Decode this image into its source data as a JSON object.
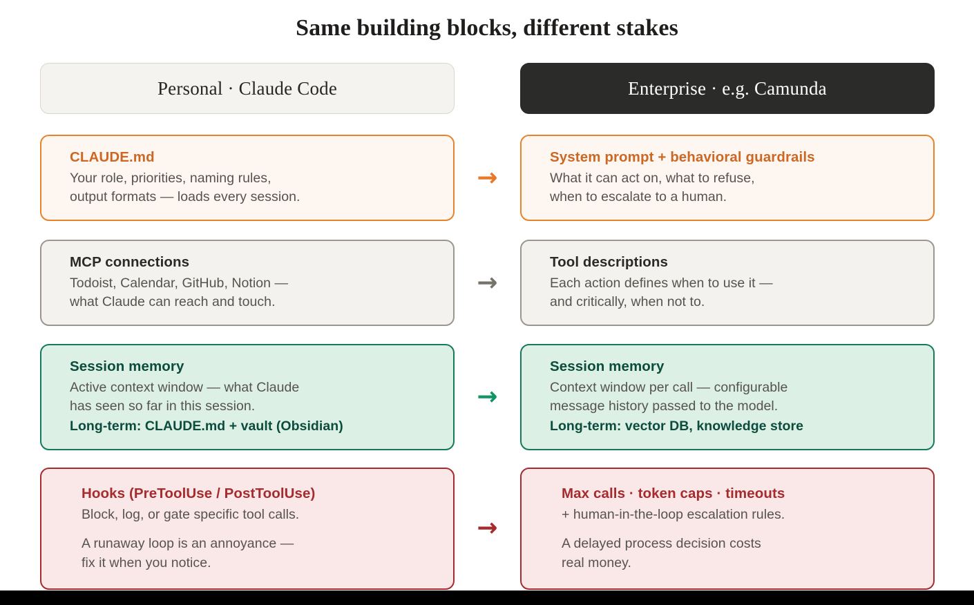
{
  "title": "Same building blocks, different stakes",
  "columns": {
    "left_header": "Personal · Claude Code",
    "right_header": "Enterprise · e.g. Camunda"
  },
  "arrows": {
    "glyph": "→",
    "row1_color": "#E8792A",
    "row2_color": "#77736C",
    "row3_color": "#129463",
    "row4_color": "#A62B2E"
  },
  "palette": {
    "orange_accent": "#CC6824",
    "orange_border": "#E9822C",
    "orange_bg": "#FEF7F1",
    "neutral_border": "#9B978E",
    "neutral_bg": "#F3F2EE",
    "green_accent": "#0B4C3C",
    "green_border": "#157A5B",
    "green_bg": "#DCF0E5",
    "red_accent": "#A62B2E",
    "red_border": "#A62B2E",
    "red_bg": "#FAE7E7",
    "body_text": "#56534F",
    "header_dark_bg": "#2B2B29"
  },
  "rows": [
    {
      "left": {
        "title": "CLAUDE.md",
        "line1": "Your role, priorities, naming rules,",
        "line2": "output formats — loads every session."
      },
      "right": {
        "title": "System prompt + behavioral guardrails",
        "line1": "What it can act on, what to refuse,",
        "line2": "when to escalate to a human."
      }
    },
    {
      "left": {
        "title": "MCP connections",
        "line1": "Todoist, Calendar, GitHub, Notion —",
        "line2": "what Claude can reach and touch."
      },
      "right": {
        "title": "Tool descriptions",
        "line1": "Each action defines when to use it —",
        "line2": "and critically, when not to."
      }
    },
    {
      "left": {
        "title": "Session memory",
        "line1": "Active context window — what Claude",
        "line2": "has seen so far in this session.",
        "footer": "Long-term: CLAUDE.md + vault (Obsidian)"
      },
      "right": {
        "title": "Session memory",
        "line1": "Context window per call — configurable",
        "line2": "message history passed to the model.",
        "footer": "Long-term: vector DB, knowledge store"
      }
    },
    {
      "left": {
        "title": "Hooks (PreToolUse / PostToolUse)",
        "para1": "Block, log, or gate specific tool calls.",
        "para2_line1": "A runaway loop is an annoyance —",
        "para2_line2": "fix it when you notice."
      },
      "right": {
        "title": "Max calls · token caps · timeouts",
        "para1": "+ human-in-the-loop escalation rules.",
        "para2_line1": "A delayed process decision costs",
        "para2_line2": "real money."
      }
    }
  ]
}
